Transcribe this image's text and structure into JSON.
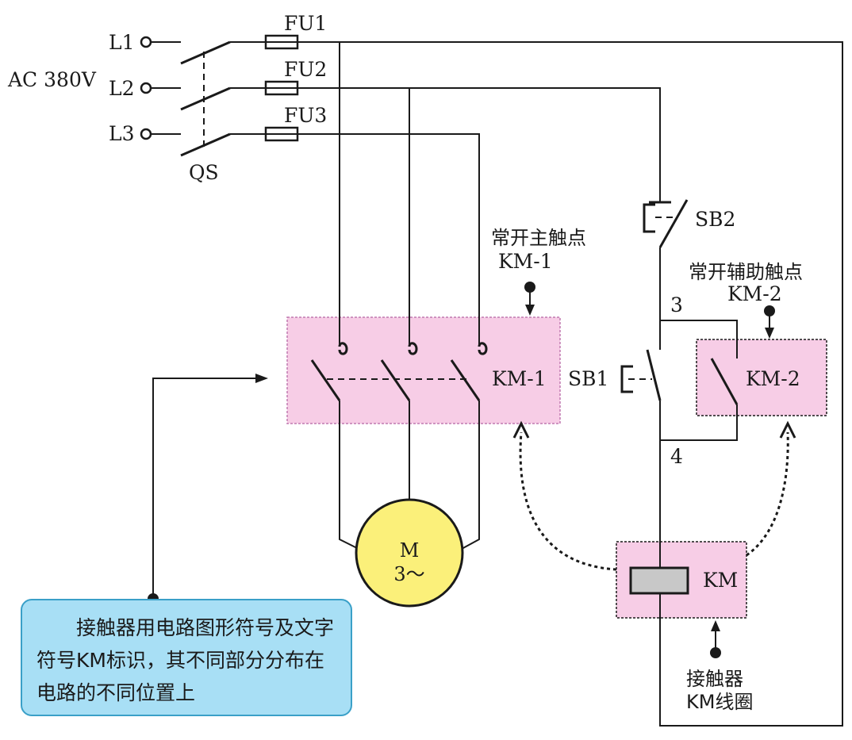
{
  "labels": {
    "l1": "L1",
    "l2": "L2",
    "l3": "L3",
    "ac": "AC 380V",
    "fu1": "FU1",
    "fu2": "FU2",
    "fu3": "FU3",
    "qs": "QS",
    "sb2": "SB2",
    "sb1": "SB1",
    "node3": "3",
    "node4": "4",
    "main_contact_title": "常开主触点",
    "main_contact_code": "KM-1",
    "aux_contact_title": "常开辅助触点",
    "aux_contact_code": "KM-2",
    "km1_box": "KM-1",
    "km2_box": "KM-2",
    "km_coil": "KM",
    "motor_m": "M",
    "motor_phase": "3～",
    "coil_caption_1": "接触器",
    "coil_caption_2": "KM线圈"
  },
  "note": {
    "text": "接触器用电路图形符号及文字符号KM标识，其不同部分分布在电路的不同位置上"
  },
  "colors": {
    "contact_box_fill": "#f7cde6",
    "contact_box_border": "#c07ab0",
    "motor_fill": "#fbf07a",
    "coil_fill": "#c8c8c8",
    "note_fill": "#a8dff5",
    "note_border": "#3aa0c8",
    "line": "#1a1a1a"
  }
}
